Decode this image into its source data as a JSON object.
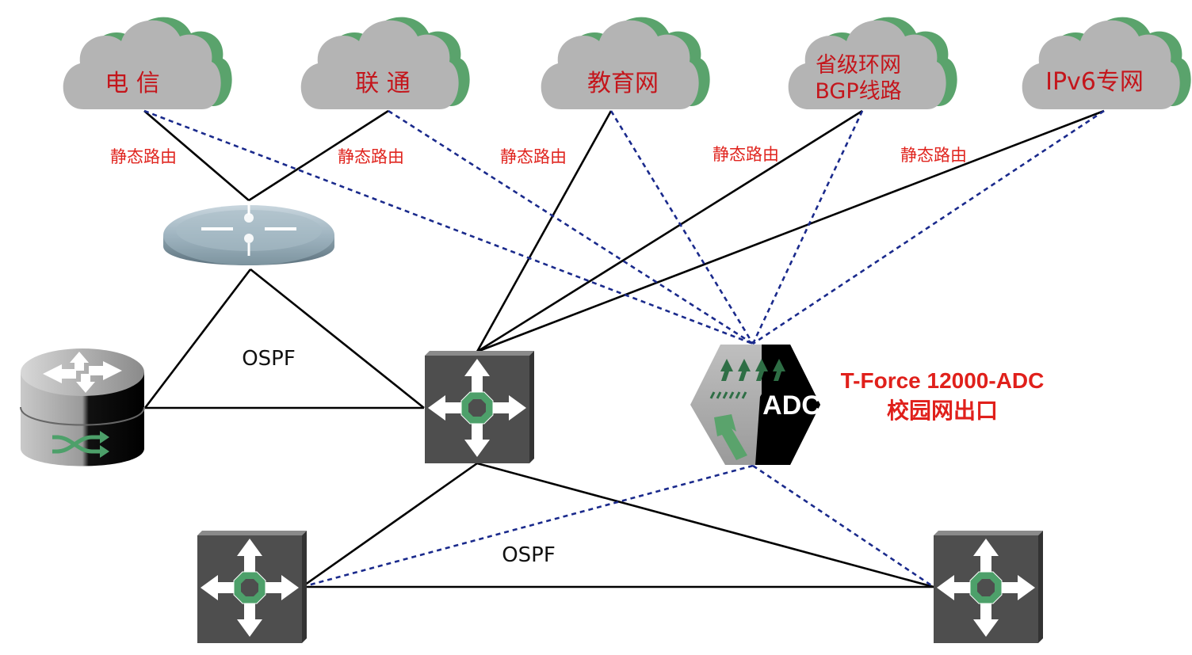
{
  "clouds": {
    "telecom": {
      "label": "电 信"
    },
    "unicom": {
      "label": "联 通"
    },
    "edu": {
      "label": "教育网"
    },
    "provincial": {
      "line1": "省级环网",
      "line2": "BGP线路"
    },
    "ipv6": {
      "label": "IPv6专网"
    }
  },
  "route_labels": [
    "静态路由",
    "静态路由",
    "静态路由",
    "静态路由",
    "静态路由"
  ],
  "ospf_labels": [
    "OSPF",
    "OSPF"
  ],
  "adc": {
    "device_text": "ADC",
    "title": "T-Force 12000-ADC",
    "subtitle": "校园网出口"
  },
  "colors": {
    "cloud_gray": "#b4b4b4",
    "cloud_green": "#5aa36c",
    "label_red": "#e0201b",
    "dashed_blue": "#1a2a8c",
    "switch_gray": "#4e4e4e",
    "switch_green": "#4da06a"
  },
  "icons": {
    "router": "router-icon",
    "firewall_router": "router-switch-icon",
    "core_switch": "switch-icon",
    "adc": "adc-appliance-icon"
  }
}
